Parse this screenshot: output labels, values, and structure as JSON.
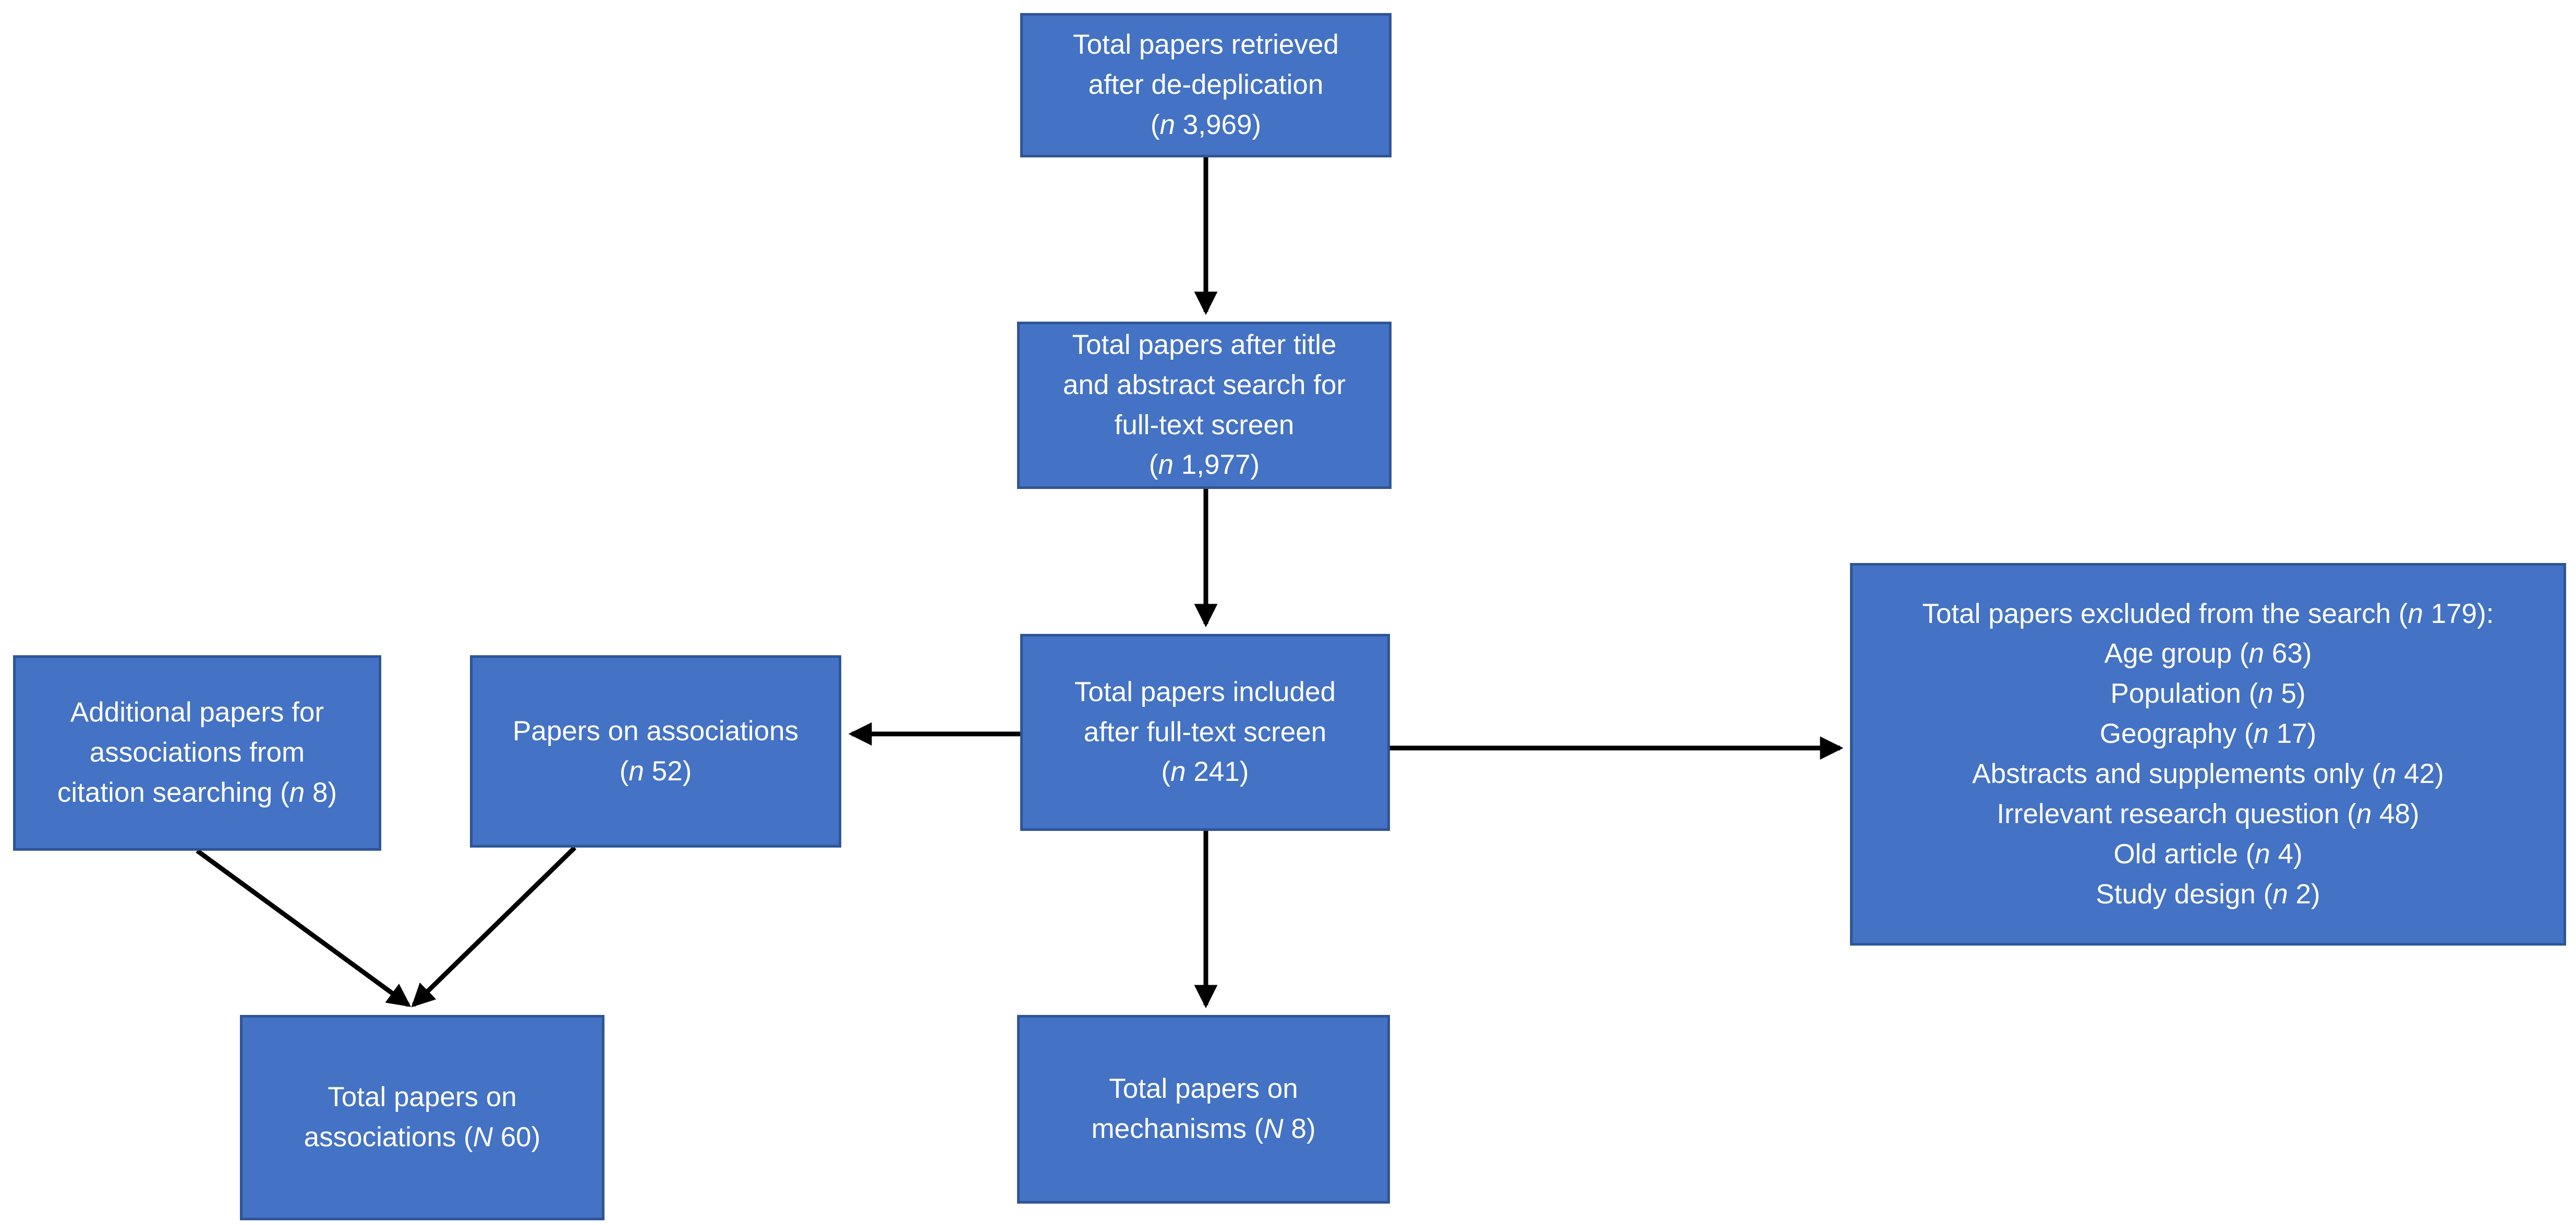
{
  "colors": {
    "box_fill": "#4472C4",
    "box_border": "#2F5597",
    "box_text": "#FFFFFF",
    "arrow": "#000000",
    "background": "#FFFFFF"
  },
  "nodes": {
    "retrieved": {
      "lines": [
        "Total papers retrieved",
        "after de-deplication",
        "(n 3,969)"
      ]
    },
    "title_abstract": {
      "lines": [
        "Total papers after title",
        "and abstract search for",
        "full-text screen",
        "(n 1,977)"
      ]
    },
    "included": {
      "lines": [
        "Total papers included",
        "after full-text screen",
        "(n 241)"
      ]
    },
    "associations": {
      "lines": [
        "Papers on associations",
        "(n 52)"
      ]
    },
    "citation": {
      "lines": [
        "Additional papers for",
        "associations from",
        "citation searching (n 8)"
      ]
    },
    "excluded": {
      "lines": [
        "Total papers excluded from the search (n 179):",
        "Age group (n 63)",
        "Population (n 5)",
        "Geography (n 17)",
        "Abstracts and supplements only (n 42)",
        "Irrelevant research question (n 48)",
        "Old article (n 4)",
        "Study design (n 2)"
      ]
    },
    "total_associations": {
      "lines": [
        "Total papers on",
        "associations (N 60)"
      ]
    },
    "total_mechanisms": {
      "lines": [
        "Total papers on",
        "mechanisms (N 8)"
      ]
    }
  }
}
